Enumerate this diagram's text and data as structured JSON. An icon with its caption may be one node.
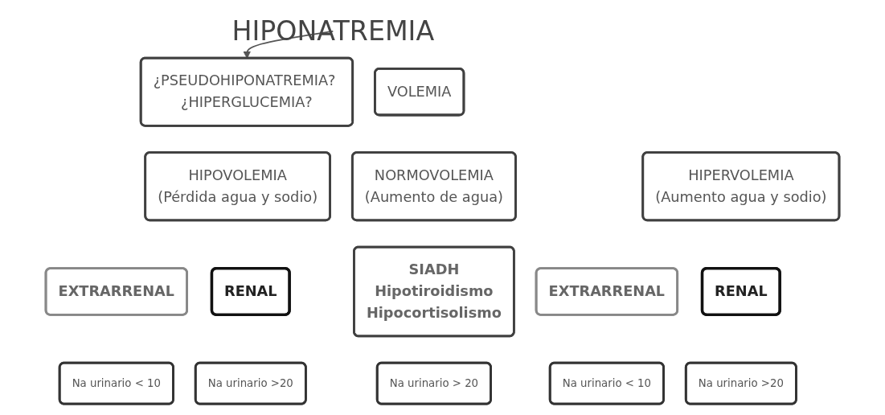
{
  "diagram": {
    "nodes": [
      {
        "text": [
          "HIPONATREMIA"
        ]
      },
      {
        "text": [
          "¿PSEUDOHIPONATREMIA? ¿HIPERGLUCEMIA?"
        ]
      },
      {
        "text": [
          "VOLEMIA"
        ]
      },
      {
        "text": [
          "HIPOVOLEMIA",
          "(Pérdida agua y sodio)"
        ]
      },
      {
        "text": [
          "NORMOVOLEMIA",
          "(Aumento de agua)"
        ]
      },
      {
        "text": [
          "HIPERVOLEMIA",
          "(Aumento agua y sodio)"
        ]
      },
      {
        "text": [
          "EXTRARRENAL"
        ]
      },
      {
        "text": [
          "RENAL"
        ]
      },
      {
        "text": [
          "SIADH",
          "Hipotiroidismo",
          "Hipocortisolismo"
        ]
      },
      {
        "text": [
          "EXTRARRENAL"
        ]
      },
      {
        "text": [
          "RENAL"
        ]
      },
      {
        "text": [
          "Na urinario < 10"
        ]
      },
      {
        "text": [
          "Na urinario >20"
        ]
      },
      {
        "text": [
          "Na urinario > 20"
        ]
      },
      {
        "text": [
          "Na urinario < 10"
        ]
      },
      {
        "text": [
          "Na urinario >20"
        ]
      }
    ],
    "edges": [
      {
        "from": 0,
        "to": 1,
        "arrow": "to"
      }
    ]
  }
}
